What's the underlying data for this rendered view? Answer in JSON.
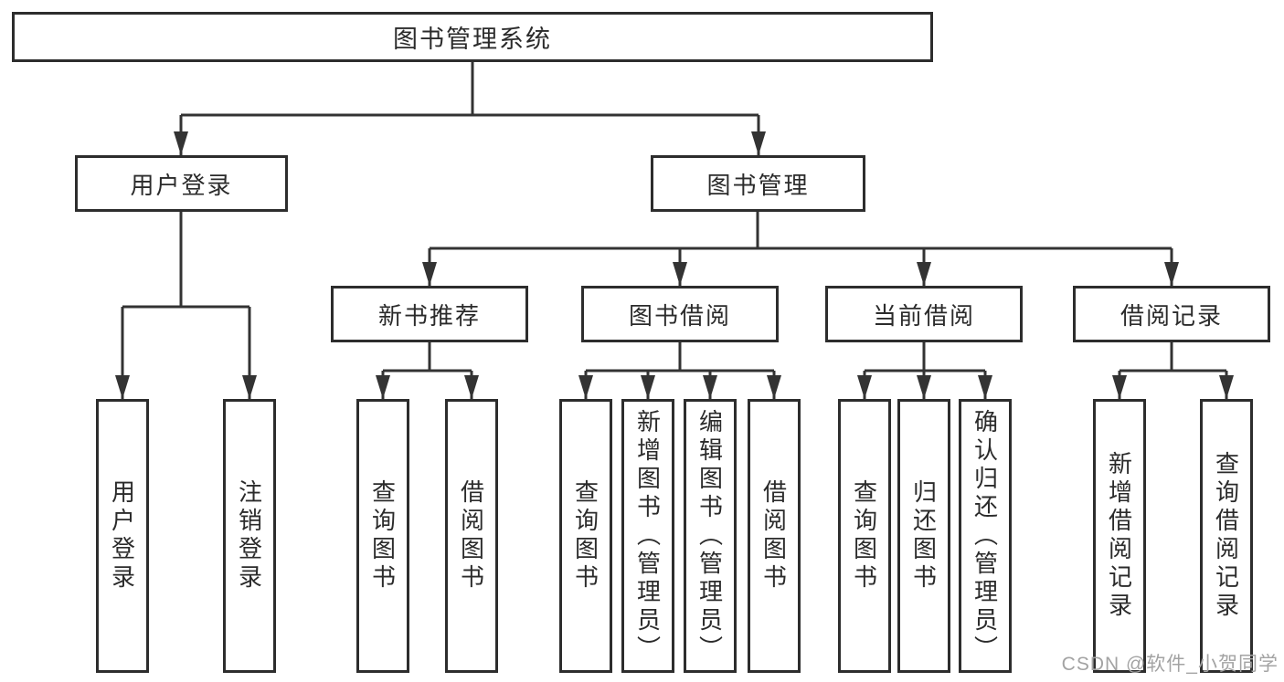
{
  "diagram": {
    "nodes": {
      "root": {
        "label": "图书管理系统"
      },
      "user_login_group": {
        "label": "用户登录"
      },
      "book_mgmt": {
        "label": "图书管理"
      },
      "new_book_rec": {
        "label": "新书推荐"
      },
      "book_borrow": {
        "label": "图书借阅"
      },
      "current_borrow": {
        "label": "当前借阅"
      },
      "borrow_records": {
        "label": "借阅记录"
      },
      "leaf_user_login": {
        "label": "用户登录"
      },
      "leaf_logout": {
        "label": "注销登录"
      },
      "leaf_query_book_1": {
        "label": "查询图书"
      },
      "leaf_borrow_book_1": {
        "label": "借阅图书"
      },
      "leaf_query_book_2": {
        "label": "查询图书"
      },
      "leaf_add_book": {
        "label": "新增图书（管理员）"
      },
      "leaf_edit_book": {
        "label": "编辑图书（管理员）"
      },
      "leaf_borrow_book_2": {
        "label": "借阅图书"
      },
      "leaf_query_book_3": {
        "label": "查询图书"
      },
      "leaf_return_book": {
        "label": "归还图书"
      },
      "leaf_confirm_return": {
        "label": "确认归还（管理员）"
      },
      "leaf_add_record": {
        "label": "新增借阅记录"
      },
      "leaf_query_record": {
        "label": "查询借阅记录"
      }
    },
    "edges": [
      "图书管理系统 -> 用户登录",
      "图书管理系统 -> 图书管理",
      "用户登录 -> 用户登录(叶)",
      "用户登录 -> 注销登录",
      "图书管理 -> 新书推荐",
      "图书管理 -> 图书借阅",
      "图书管理 -> 当前借阅",
      "图书管理 -> 借阅记录",
      "新书推荐 -> 查询图书",
      "新书推荐 -> 借阅图书",
      "图书借阅 -> 查询图书",
      "图书借阅 -> 新增图书（管理员）",
      "图书借阅 -> 编辑图书（管理员）",
      "图书借阅 -> 借阅图书",
      "当前借阅 -> 查询图书",
      "当前借阅 -> 归还图书",
      "当前借阅 -> 确认归还（管理员）",
      "借阅记录 -> 新增借阅记录",
      "借阅记录 -> 查询借阅记录"
    ],
    "colors": {
      "line": "#333333",
      "box_border": "#2d2d2d",
      "text": "#2b2b2b",
      "watermark": "#a3a3a3",
      "background": "#ffffff"
    }
  },
  "watermark": {
    "text": "CSDN @软件_小贺同学"
  }
}
